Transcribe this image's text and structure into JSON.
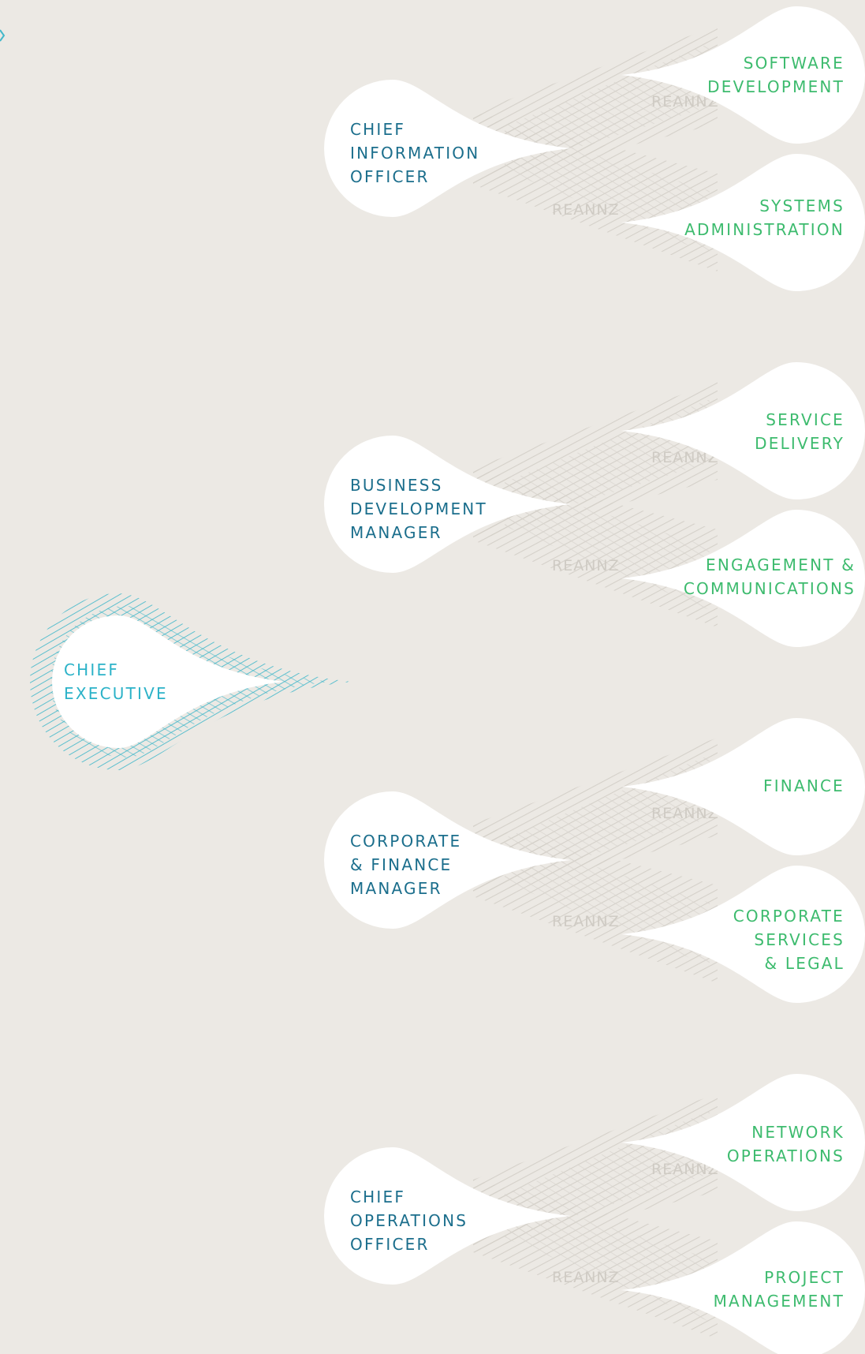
{
  "org_chart": {
    "colors": {
      "background": "#ece9e4",
      "node_fill": "#ffffff",
      "executive_text": "#2bb2c8",
      "executive_hatch": "#3fb7c9",
      "manager_text": "#1b6e8c",
      "department_text": "#3dbb6e",
      "connector_hatch": "#d4d0c9"
    },
    "watermark": "REANNZ",
    "executive": {
      "label": "CHIEF\nEXECUTIVE"
    },
    "managers": [
      {
        "label": "CHIEF\nINFORMATION\nOFFICER",
        "departments": [
          {
            "label": "SOFTWARE\nDEVELOPMENT"
          },
          {
            "label": "SYSTEMS\nADMINISTRATION"
          }
        ]
      },
      {
        "label": "BUSINESS\nDEVELOPMENT\nMANAGER",
        "departments": [
          {
            "label": "SERVICE\nDELIVERY"
          },
          {
            "label": "ENGAGEMENT &\nCOMMUNICATIONS"
          }
        ]
      },
      {
        "label": "CORPORATE\n& FINANCE\nMANAGER",
        "departments": [
          {
            "label": "FINANCE"
          },
          {
            "label": "CORPORATE\nSERVICES\n& LEGAL"
          }
        ]
      },
      {
        "label": "CHIEF\nOPERATIONS\nOFFICER",
        "departments": [
          {
            "label": "NETWORK\nOPERATIONS"
          },
          {
            "label": "PROJECT\nMANAGEMENT"
          }
        ]
      }
    ]
  }
}
